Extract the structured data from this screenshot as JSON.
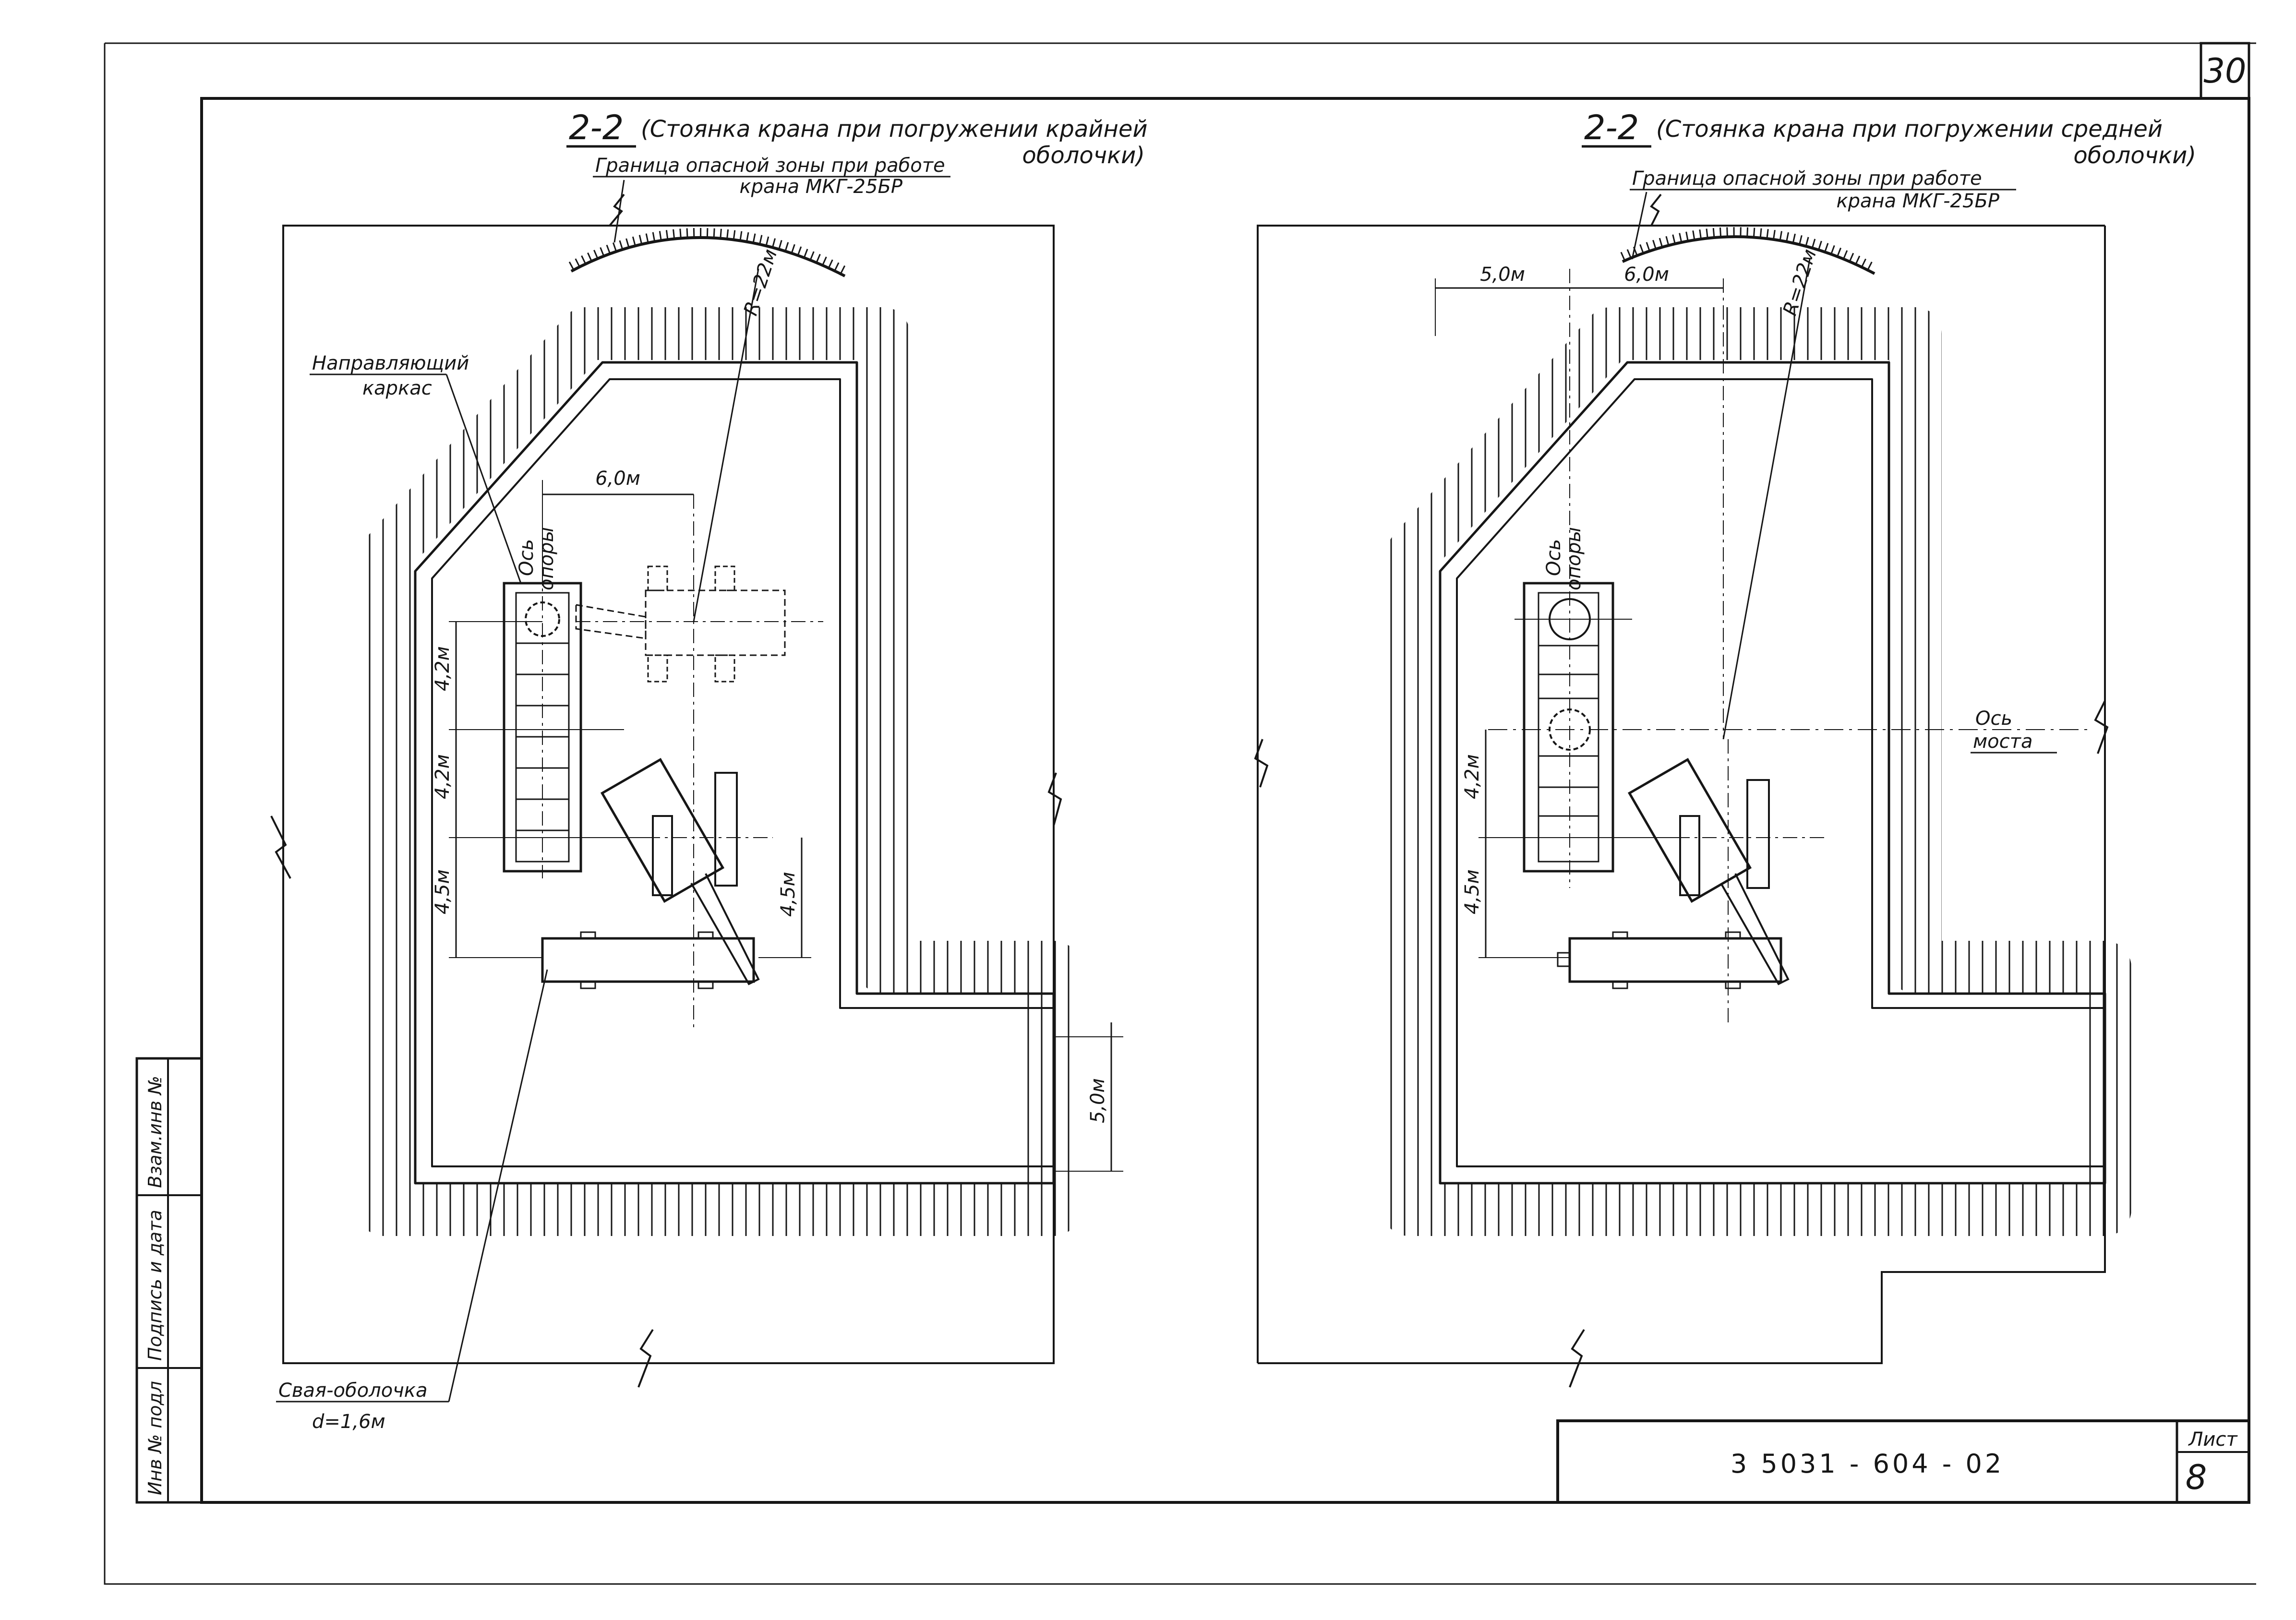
{
  "sheet": {
    "page_number": "30",
    "document_code": "3 5031 - 604 - 02",
    "sheet_label": "Лист",
    "sheet_number": "8"
  },
  "side_stamp": {
    "inv_no": "Инв № подл",
    "signature_date": "Подпись и дата",
    "replaced_inv": "Взам.инв №"
  },
  "left_plan": {
    "section": "2-2",
    "title_line1": "(Стоянка крана при погружении крайней",
    "title_line2": "оболочки)",
    "danger_zone_line1": "Граница опасной зоны при работе",
    "danger_zone_line2": "крана МКГ-25БР",
    "radius": "R=22м",
    "guide_frame_line1": "Направляющий",
    "guide_frame_line2": "каркас",
    "support_axis_line1": "Ось",
    "support_axis_line2": "опоры",
    "dim_6_0": "6,0м",
    "dim_4_2_top": "4,2м",
    "dim_4_2_mid": "4,2м",
    "dim_4_5_left": "4,5м",
    "dim_4_5_right": "4,5м",
    "dim_5_0": "5,0м",
    "pile_line1": "Свая-оболочка",
    "pile_line2": "d=1,6м"
  },
  "right_plan": {
    "section": "2-2",
    "title_line1": "(Стоянка крана при погружении средней",
    "title_line2": "оболочки)",
    "danger_zone_line1": "Граница опасной зоны при работе",
    "danger_zone_line2": "крана МКГ-25БР",
    "radius": "R=22м",
    "dim_5_0": "5,0м",
    "dim_6_0": "6,0м",
    "support_axis_line1": "Ось",
    "support_axis_line2": "опоры",
    "bridge_axis_line1": "Ось",
    "bridge_axis_line2": "моста",
    "dim_4_2": "4,2м",
    "dim_4_5": "4,5м"
  }
}
